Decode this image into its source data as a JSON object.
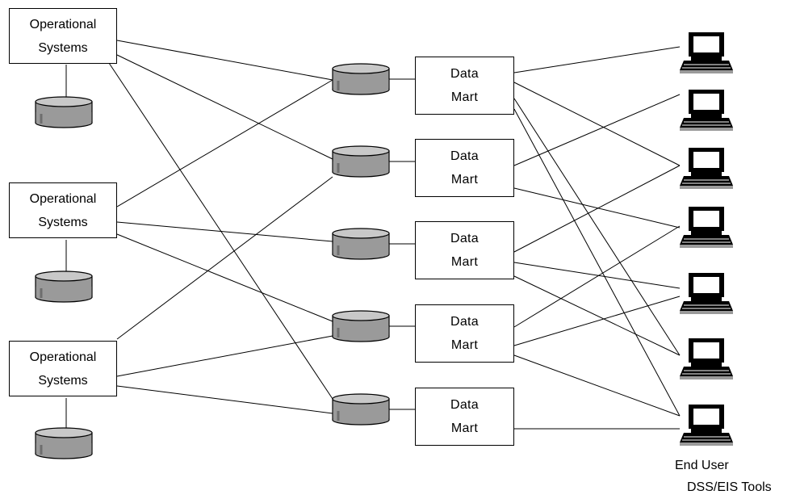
{
  "operational_systems": [
    {
      "line1": "Operational",
      "line2": "Systems"
    },
    {
      "line1": "Operational",
      "line2": "Systems"
    },
    {
      "line1": "Operational",
      "line2": "Systems"
    }
  ],
  "data_marts": [
    {
      "line1": "Data",
      "line2": "Mart"
    },
    {
      "line1": "Data",
      "line2": "Mart"
    },
    {
      "line1": "Data",
      "line2": "Mart"
    },
    {
      "line1": "Data",
      "line2": "Mart"
    },
    {
      "line1": "Data",
      "line2": "Mart"
    }
  ],
  "end_user_label": {
    "line1": "End User",
    "line2": "DSS/EIS Tools"
  },
  "terminal_count": 7,
  "colors": {
    "line": "#000000",
    "box_fill": "#ffffff",
    "disk_fill": "#9a9a9a",
    "disk_top": "#c8c8c8",
    "terminal_fill": "#000000"
  },
  "icons": [
    "database-cylinder-icon",
    "computer-terminal-icon"
  ]
}
